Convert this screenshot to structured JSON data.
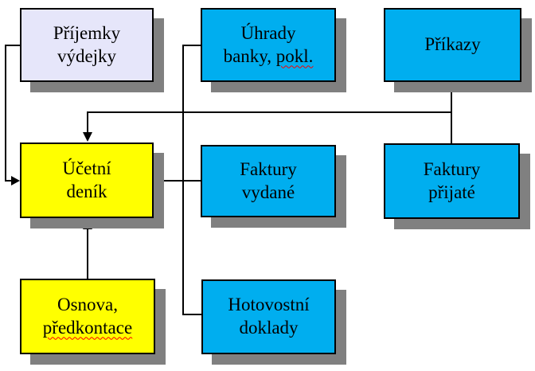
{
  "diagram": {
    "title": "accounting-modules-flow",
    "colors": {
      "background": "#ffffff",
      "line": "#000000",
      "shadow": "#808080",
      "cyan": "#00aeef",
      "yellow": "#ffff00",
      "lavender": "#e6e6fa",
      "spellcheck": "#ff0000"
    },
    "nodes": [
      {
        "id": "prijemky-vydejky",
        "line1": "Příjemky",
        "line2": "výdejky",
        "fill": "lavender"
      },
      {
        "id": "uhrady-banky",
        "line1": "Úhrady",
        "line2_plain": "banky, ",
        "line2_wavy": "pokl.",
        "fill": "cyan"
      },
      {
        "id": "prikazy",
        "line1": "Příkazy",
        "fill": "cyan"
      },
      {
        "id": "ucetni-denik",
        "line1": "Účetní",
        "line2": "deník",
        "fill": "yellow"
      },
      {
        "id": "faktury-vydane",
        "line1": "Faktury",
        "line2": "vydané",
        "fill": "cyan"
      },
      {
        "id": "faktury-prijate",
        "line1": "Faktury",
        "line2": "přijaté",
        "fill": "cyan"
      },
      {
        "id": "osnova-predkontace",
        "line1": "Osnova,",
        "line2_wavy": "předkontace",
        "fill": "yellow"
      },
      {
        "id": "hotovostni-doklady",
        "line1": "Hotovostní",
        "line2": "doklady",
        "fill": "cyan"
      }
    ],
    "edges": [
      {
        "from": "prijemky-vydejky",
        "to": "ucetni-denik",
        "arrow": "into-left-edge"
      },
      {
        "from": "uhrady-banky",
        "to": "ucetni-denik",
        "arrow": "into-top-edge-via-trunk"
      },
      {
        "from": "faktury-vydane",
        "to": "ucetni-denik",
        "arrow": "into-right-edge"
      },
      {
        "from": "faktury-prijate",
        "to": "ucetni-denik",
        "arrow": "into-top-edge-via-trunk"
      },
      {
        "from": "faktury-prijate",
        "to": "prikazy",
        "arrow": "into-bottom-edge"
      },
      {
        "from": "osnova-predkontace",
        "to": "ucetni-denik",
        "arrow": "into-bottom-edge"
      },
      {
        "from": "hotovostni-doklady",
        "to": "ucetni-denik",
        "arrow": "into-top-edge-via-trunk"
      }
    ]
  }
}
